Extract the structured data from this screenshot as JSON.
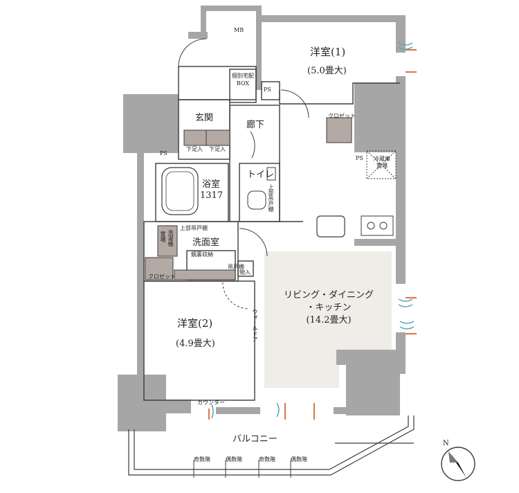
{
  "rooms": {
    "western1": {
      "name": "洋室(1)",
      "area": "(5.0畳大)"
    },
    "western2": {
      "name": "洋室(2)",
      "area": "(4.9畳大)"
    },
    "ldk": {
      "name_line1": "リビング・ダイニング",
      "name_line2": "・キッチン",
      "area": "(14.2畳大)"
    },
    "entrance": "玄関",
    "corridor": "廊下",
    "toilet": "トイレ",
    "bath": {
      "name": "浴室",
      "size": "1317"
    },
    "washroom": "洗面室",
    "balcony": "バルコニー"
  },
  "labels": {
    "mb": "MB",
    "delivery_box_line1": "個別宅配",
    "delivery_box_line2": "BOX",
    "ps": "PS",
    "shoe_storage": "下足入",
    "closet": "クロゼット",
    "fridge_line1": "冷蔵庫",
    "fridge_line2": "置場",
    "washer_line1": "洗濯機",
    "washer_line2": "置場",
    "upper_shelf": "上部吊戸棚",
    "mirror_storage": "鏡裏収納",
    "walk_door": "ウォールドア",
    "counter": "カウンター",
    "storage": "物入",
    "shelf": "吊戸棚",
    "even_floor": "偶数階",
    "odd_floor": "奇数階"
  },
  "compass": {
    "letter": "N"
  },
  "colors": {
    "wall": "#a6a6a6",
    "ldk_floor": "#efede8",
    "closet_fill": "#b5a9a4",
    "line": "#3a3a3a",
    "vent": "#e07a4a",
    "window": "#5aa5b5"
  }
}
